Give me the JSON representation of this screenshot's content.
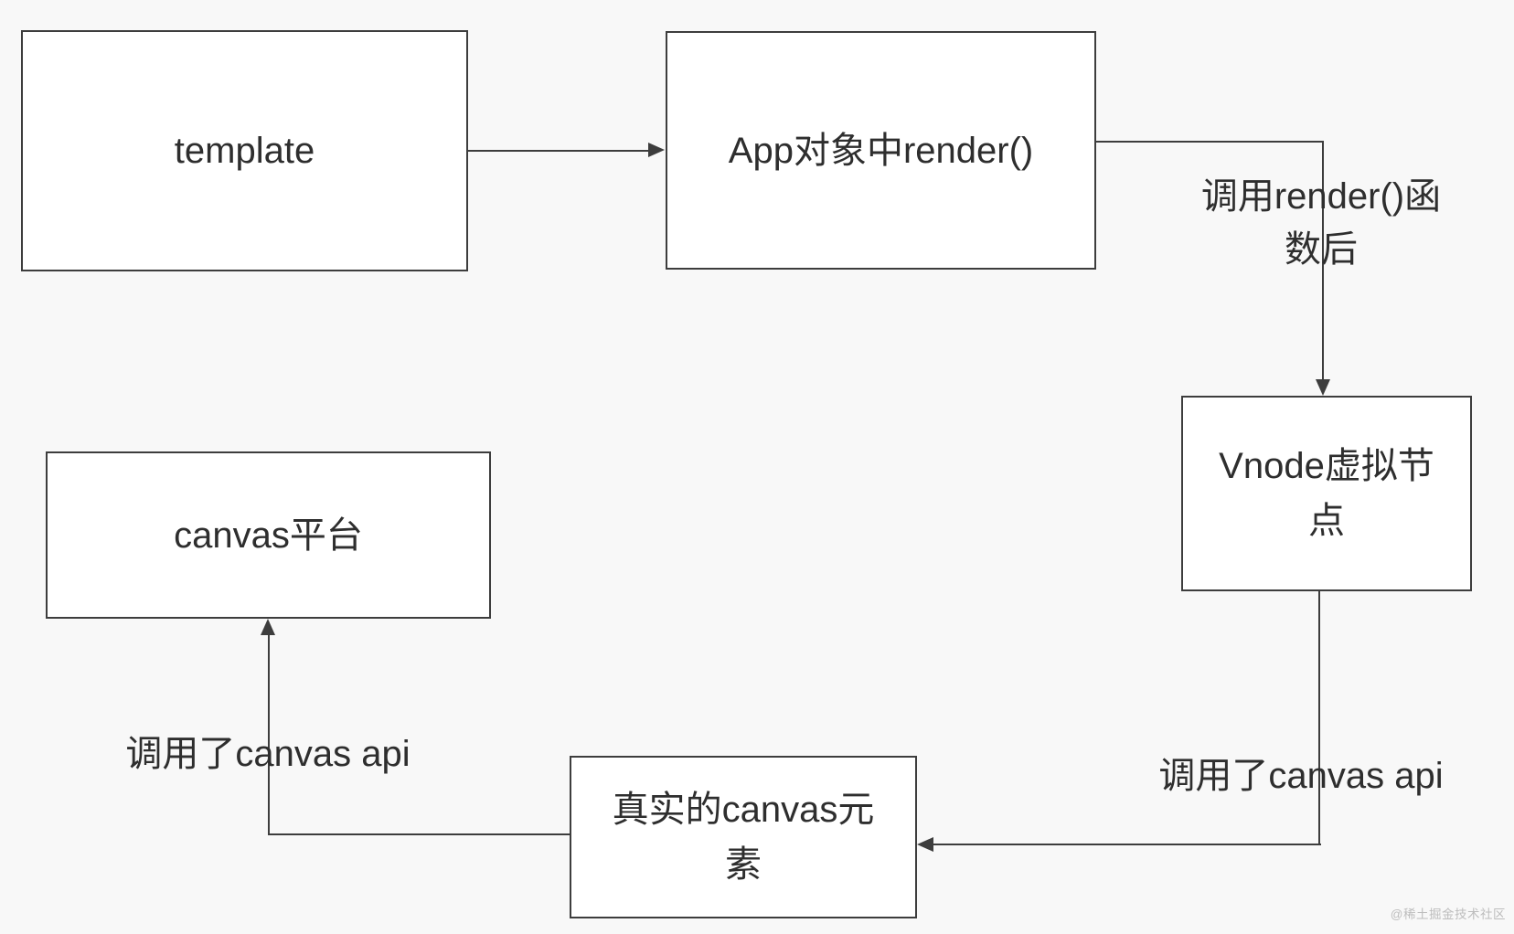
{
  "diagram": {
    "title": "Vue render to canvas flow",
    "colors": {
      "background": "#f8f8f8",
      "node_fill": "#ffffff",
      "stroke": "#3d3d3d",
      "text": "#2e2e2e",
      "watermark": "#bdbdbd"
    },
    "nodes": [
      {
        "id": "template",
        "label": "template"
      },
      {
        "id": "app-render",
        "label": "App对象中render()"
      },
      {
        "id": "vnode",
        "label": "Vnode虚拟节\n点"
      },
      {
        "id": "canvas-platform",
        "label": "canvas平台"
      },
      {
        "id": "real-canvas",
        "label": "真实的canvas元\n素"
      }
    ],
    "edges": [
      {
        "from": "template",
        "to": "app-render",
        "label": ""
      },
      {
        "from": "app-render",
        "to": "vnode",
        "label": "调用render()函\n数后"
      },
      {
        "from": "vnode",
        "to": "real-canvas",
        "label": "调用了canvas api"
      },
      {
        "from": "real-canvas",
        "to": "canvas-platform",
        "label": "调用了canvas api"
      }
    ],
    "watermark": "@稀土掘金技术社区"
  }
}
